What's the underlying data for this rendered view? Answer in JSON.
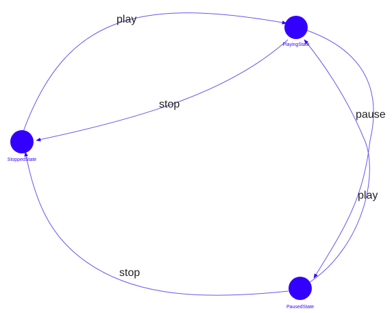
{
  "colors": {
    "node": "#3300ff",
    "edge": "#6655ee",
    "node_label": "#3300ff",
    "edge_label": "#222222"
  },
  "states": {
    "playing": "PlayingState",
    "stopped": "StoppedState",
    "paused": "PausedState"
  },
  "transitions": {
    "stopped_to_playing": "play",
    "playing_to_stopped": "stop",
    "playing_to_paused": "pause",
    "paused_to_playing": "play",
    "paused_to_stopped": "stop"
  }
}
